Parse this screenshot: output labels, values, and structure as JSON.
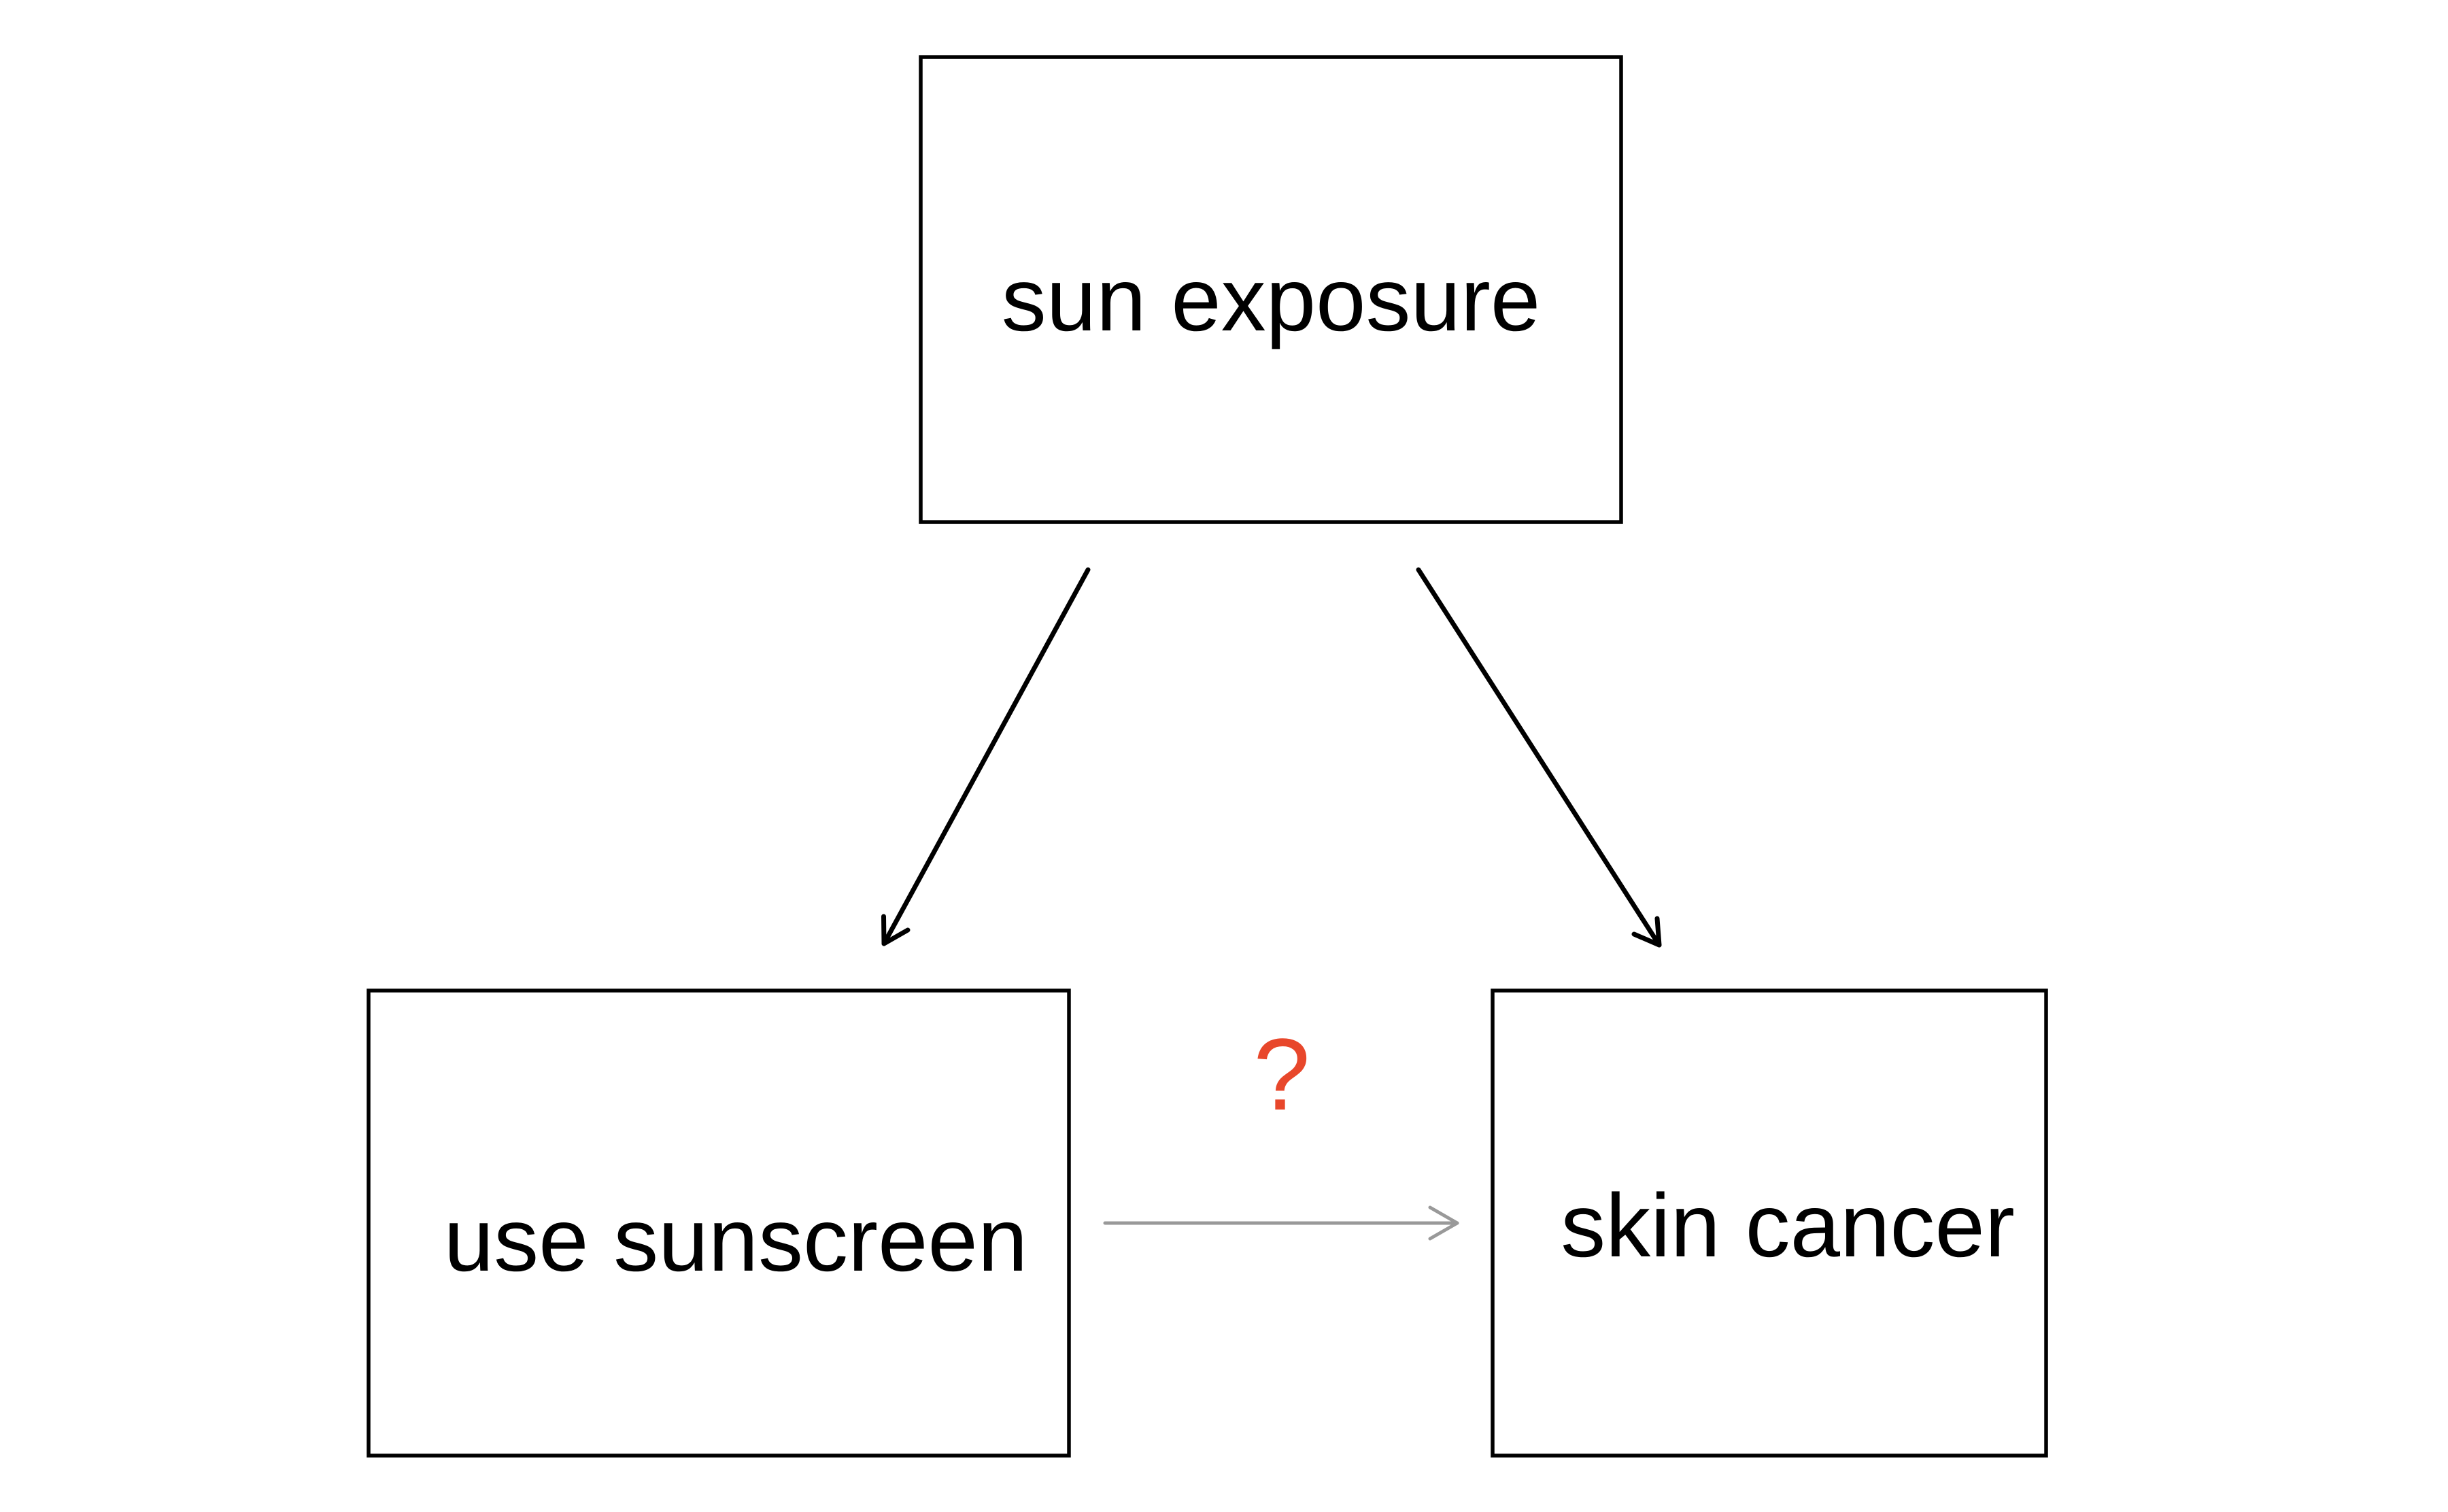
{
  "nodes": {
    "sun_exposure": "sun exposure",
    "use_sunscreen": "use sunscreen",
    "skin_cancer": "skin cancer"
  },
  "edges": [
    {
      "from": "sun exposure",
      "to": "use sunscreen",
      "style": "solid"
    },
    {
      "from": "sun exposure",
      "to": "skin cancer",
      "style": "solid"
    },
    {
      "from": "use sunscreen",
      "to": "skin cancer",
      "style": "uncertain"
    }
  ],
  "uncertain_mark": "?",
  "colors": {
    "box_stroke": "#000000",
    "causal_arrow": "#000000",
    "uncertain_arrow": "#999999",
    "question_mark": "#e8472b",
    "background": "#ffffff"
  }
}
